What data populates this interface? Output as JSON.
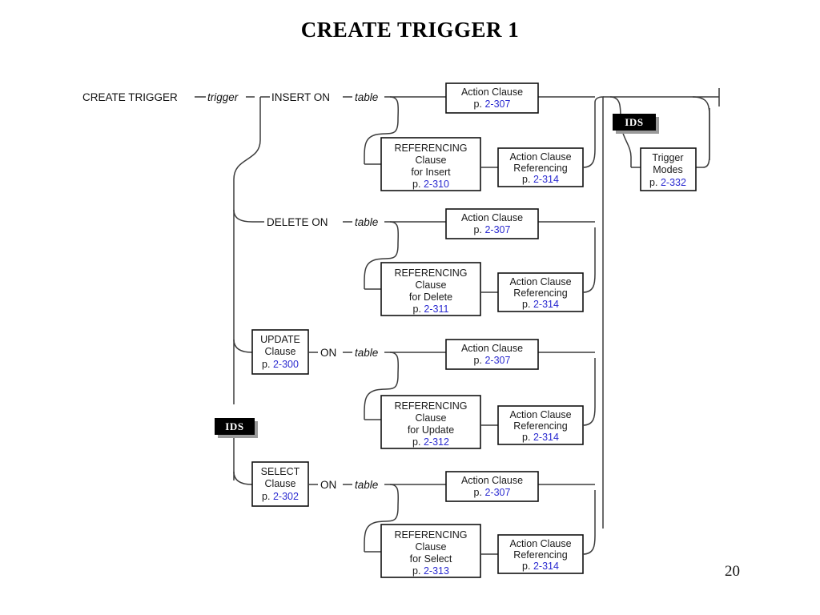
{
  "slide": {
    "title": "CREATE  TRIGGER 1",
    "page_number": "20",
    "accent_link_color": "#2a2ad0",
    "rail_color": "#3b3b3b",
    "badge_color": "#000000"
  },
  "diagram": {
    "type": "railroad-syntax-diagram",
    "start_label": "CREATE TRIGGER",
    "trigger_placeholder": "trigger",
    "terminator": "end-bar",
    "left_badge": {
      "label": "IDS",
      "name": "ids-badge-left"
    },
    "right_badge": {
      "label": "IDS",
      "name": "ids-badge-right"
    },
    "trigger_modes": {
      "line1": "Trigger",
      "line2": "Modes",
      "page_prefix": "p. ",
      "page": "2-332"
    },
    "branches": [
      {
        "id": "insert",
        "entry_kind": "keyword",
        "keyword": "INSERT ON",
        "on_label": "",
        "table_label": "table",
        "action_clause": {
          "line1": "Action Clause",
          "page_prefix": "p. ",
          "page": "2-307"
        },
        "referencing_clause": {
          "line1": "REFERENCING",
          "line2": "Clause",
          "line3": "for Insert",
          "page_prefix": "p. ",
          "page": "2-310"
        },
        "action_clause_referencing": {
          "line1": "Action Clause",
          "line2": "Referencing",
          "page_prefix": "p. ",
          "page": "2-314"
        }
      },
      {
        "id": "delete",
        "entry_kind": "keyword",
        "keyword": "DELETE ON",
        "on_label": "",
        "table_label": "table",
        "action_clause": {
          "line1": "Action Clause",
          "page_prefix": "p. ",
          "page": "2-307"
        },
        "referencing_clause": {
          "line1": "REFERENCING",
          "line2": "Clause",
          "line3": "for Delete",
          "page_prefix": "p. ",
          "page": "2-311"
        },
        "action_clause_referencing": {
          "line1": "Action Clause",
          "line2": "Referencing",
          "page_prefix": "p. ",
          "page": "2-314"
        }
      },
      {
        "id": "update",
        "entry_kind": "box",
        "keyword": "",
        "on_label": "ON",
        "table_label": "table",
        "entry_box": {
          "line1": "UPDATE",
          "line2": "Clause",
          "page_prefix": "p. ",
          "page": "2-300"
        },
        "action_clause": {
          "line1": "Action Clause",
          "page_prefix": "p. ",
          "page": "2-307"
        },
        "referencing_clause": {
          "line1": "REFERENCING",
          "line2": "Clause",
          "line3": "for Update",
          "page_prefix": "p. ",
          "page": "2-312"
        },
        "action_clause_referencing": {
          "line1": "Action Clause",
          "line2": "Referencing",
          "page_prefix": "p. ",
          "page": "2-314"
        }
      },
      {
        "id": "select",
        "entry_kind": "box",
        "keyword": "",
        "on_label": "ON",
        "table_label": "table",
        "entry_box": {
          "line1": "SELECT",
          "line2": "Clause",
          "page_prefix": "p. ",
          "page": "2-302"
        },
        "action_clause": {
          "line1": "Action Clause",
          "page_prefix": "p. ",
          "page": "2-307"
        },
        "referencing_clause": {
          "line1": "REFERENCING",
          "line2": "Clause",
          "line3": "for Select",
          "page_prefix": "p. ",
          "page": "2-313"
        },
        "action_clause_referencing": {
          "line1": "Action Clause",
          "line2": "Referencing",
          "page_prefix": "p. ",
          "page": "2-314"
        }
      }
    ]
  }
}
